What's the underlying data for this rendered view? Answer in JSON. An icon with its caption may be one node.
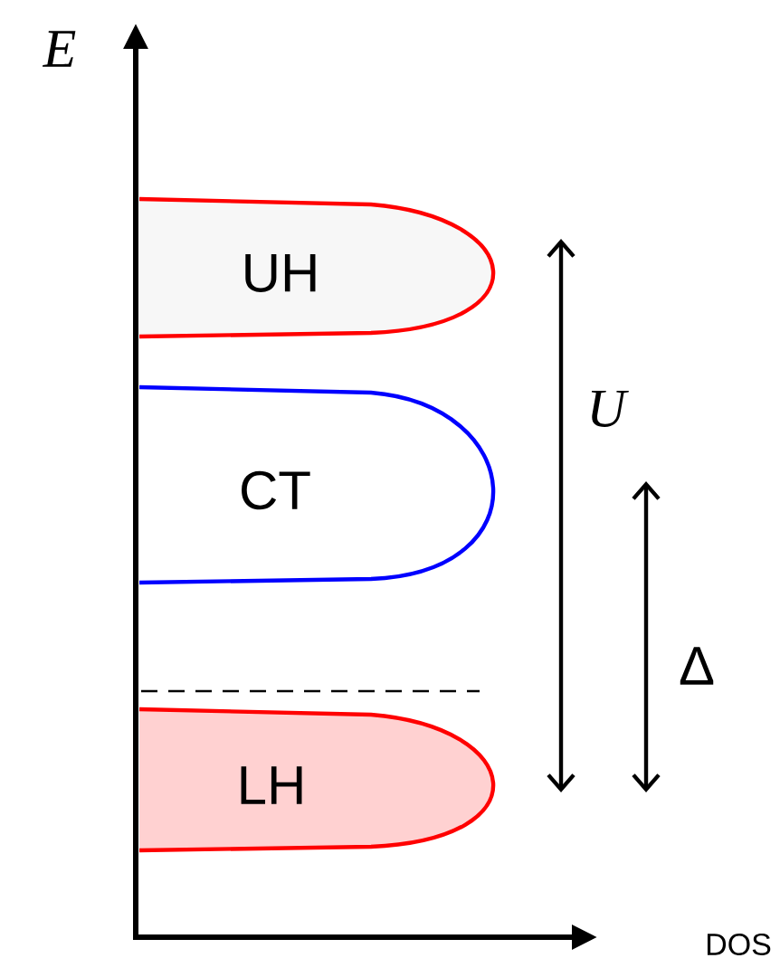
{
  "diagram": {
    "nodes": [
      {
        "text": [
          "UH"
        ]
      },
      {
        "text": [
          "CT"
        ]
      },
      {
        "text": [
          "LH"
        ]
      }
    ],
    "labels": [
      "E",
      "U",
      "Δ",
      "DOS"
    ]
  }
}
